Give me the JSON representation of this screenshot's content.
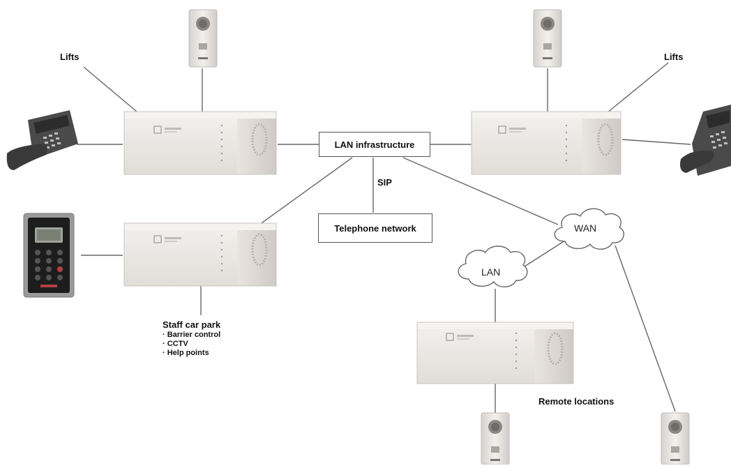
{
  "labels": {
    "lifts_left": "Lifts",
    "lifts_right": "Lifts",
    "lan_infrastructure": "LAN infrastructure",
    "sip": "SIP",
    "telephone_network": "Telephone network",
    "wan": "WAN",
    "lan": "LAN",
    "remote_locations": "Remote locations"
  },
  "car_park": {
    "title": "Staff car park",
    "items": [
      "· Barrier control",
      "· CCTV",
      "· Help points"
    ]
  },
  "colors": {
    "line": "#666666",
    "server_body": "#e9e6e3",
    "server_side": "#d9d5d1"
  }
}
